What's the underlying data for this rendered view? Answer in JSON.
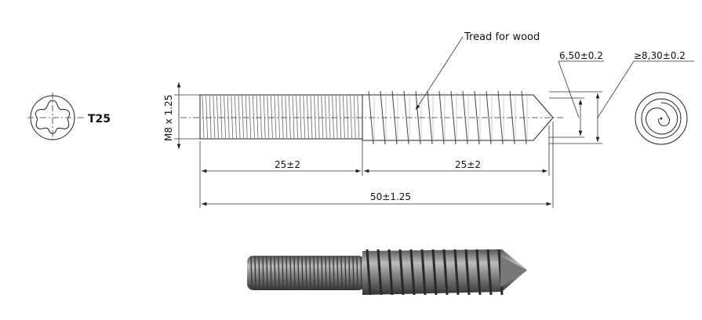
{
  "drive": {
    "label": "T25"
  },
  "thread_metric": {
    "label": "M8 x 1.25"
  },
  "callouts": {
    "wood_thread": "Tread for wood",
    "inner_diameter": "6,50±0.2",
    "outer_diameter": "≥8,30±0.2"
  },
  "dimensions": {
    "machine_length": "25±2",
    "wood_length": "25±2",
    "total_length": "50±1.25"
  }
}
